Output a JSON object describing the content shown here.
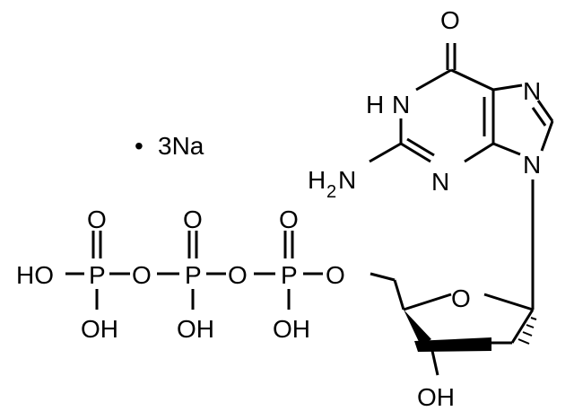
{
  "salt": {
    "dot": "•",
    "label": "3Na"
  },
  "atoms": {
    "carbonyl_o": "O",
    "n1h": "H",
    "n1": "N",
    "n7": "N",
    "n9": "N",
    "n3": "N",
    "amine_h": "H",
    "amine_sub": "2",
    "amine_n": "N",
    "ring_o": "O",
    "oh_3prime": "OH",
    "p_alpha": "P",
    "p_beta": "P",
    "p_gamma": "P",
    "o_alpha_top": "O",
    "o_beta_top": "O",
    "o_gamma_top": "O",
    "oh_alpha": "OH",
    "oh_beta": "OH",
    "oh_gamma": "OH",
    "ho_terminal": "HO",
    "o_bridge_1": "O",
    "o_bridge_2": "O",
    "o_5prime": "O"
  }
}
